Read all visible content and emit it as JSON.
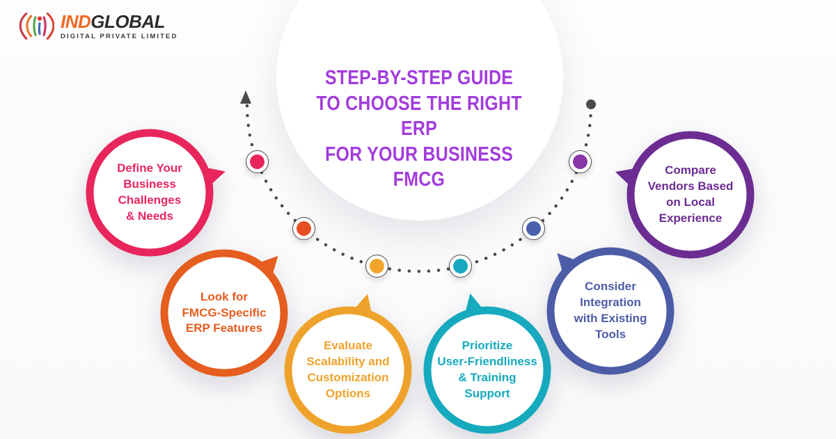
{
  "logo": {
    "name_part1": "IND",
    "name_part2": "GLOBAL",
    "subtitle": "DIGITAL PRIVATE LIMITED",
    "brand_orange": "#F26722",
    "brand_dark": "#2D2D2D"
  },
  "title": "STEP-BY-STEP GUIDE\nTO CHOOSE THE RIGHT ERP\nFOR YOUR BUSINESS FMCG",
  "title_color": "#A23CDB",
  "path": {
    "line_color": "#4A4A4A"
  },
  "steps": [
    {
      "label": "Define Your\nBusiness\nChallenges\n& Needs",
      "color": "#E8265C",
      "dot_color": "#E8265C"
    },
    {
      "label": "Look for\nFMCG-Specific\nERP Features",
      "color": "#E55D1F",
      "dot_color": "#E54E20"
    },
    {
      "label": "Evaluate\nScalability and\nCustomization\nOptions",
      "color": "#EFA22B",
      "dot_color": "#F2A52B"
    },
    {
      "label": "Prioritize\nUser-Friendliness\n& Training\nSupport",
      "color": "#16AABF",
      "dot_color": "#18A9C0"
    },
    {
      "label": "Consider\nIntegration\nwith Existing\nTools",
      "color": "#4D5CA7",
      "dot_color": "#4A5FAE"
    },
    {
      "label": "Compare\nVendors Based\non Local\nExperience",
      "color": "#6C2C92",
      "dot_color": "#8936A8"
    }
  ]
}
